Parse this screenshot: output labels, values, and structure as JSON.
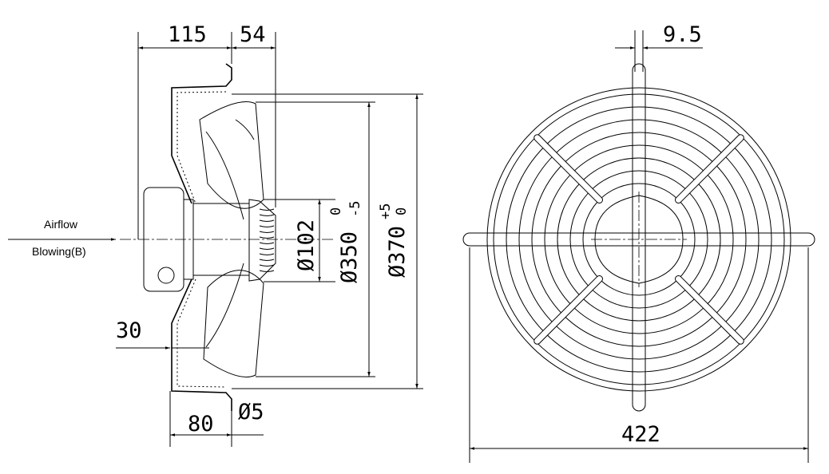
{
  "side_view": {
    "airflow_label": "Airflow",
    "blowing_label": "Blowing(B)",
    "dim_115": "115",
    "dim_54": "54",
    "dim_30": "30",
    "dim_80": "80",
    "dim_hole": "Ø5",
    "dim_hub": "Ø102",
    "dim_350": "Ø350",
    "dim_350_upper_tol": "0",
    "dim_350_lower_tol": "-5",
    "dim_370": "Ø370",
    "dim_370_upper_tol": "+5",
    "dim_370_lower_tol": "0"
  },
  "front_view": {
    "dim_bar": "9.5",
    "dim_width": "422"
  }
}
